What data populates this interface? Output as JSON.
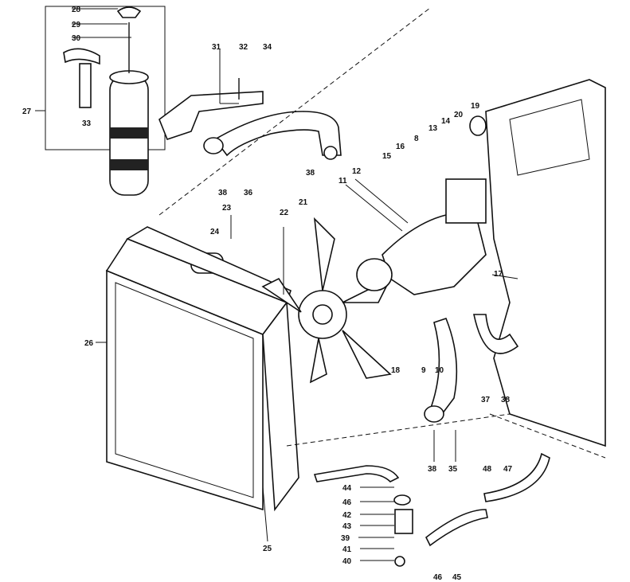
{
  "diagram": {
    "callouts": [
      "28",
      "29",
      "30",
      "27",
      "33",
      "31",
      "32",
      "34",
      "38",
      "36",
      "38",
      "23",
      "24",
      "22",
      "21",
      "11",
      "12",
      "15",
      "16",
      "8",
      "13",
      "14",
      "20",
      "19",
      "17",
      "26",
      "18",
      "9",
      "10",
      "37",
      "38",
      "38",
      "35",
      "48",
      "47",
      "44",
      "46",
      "42",
      "43",
      "39",
      "41",
      "40",
      "46",
      "45",
      "25"
    ]
  }
}
